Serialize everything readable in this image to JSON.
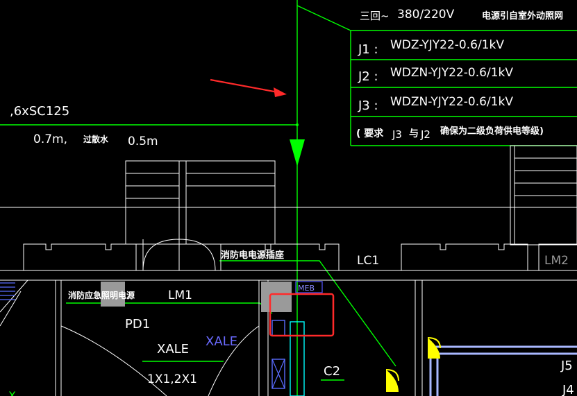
{
  "cable_table": {
    "header_left": "三回~",
    "header_voltage": "380/220V",
    "header_right": "电源引自室外动照网",
    "rows": [
      {
        "id": "J1 :",
        "spec": "WDZ-YJY22-0.6/1kV"
      },
      {
        "id": "J2 :",
        "spec": "WDZN-YJY22-0.6/1kV"
      },
      {
        "id": "J3 :",
        "spec": "WDZN-YJY22-0.6/1kV"
      }
    ],
    "note_prefix": "( 要求",
    "note_j3": "J3",
    "note_and": "与",
    "note_j2": "J2",
    "note_rest": "确保为二级负荷供电等级)"
  },
  "left_labels": {
    "conduit": ",6xSC125",
    "depth1": "0.7m,",
    "wall_note": "过散水",
    "depth2": "0.5m"
  },
  "room_labels": {
    "fire_outlet": "消防电电源插座",
    "lc1": "LC1",
    "lm2": "LM2",
    "meb": "MEB",
    "fire_light_power": "消防应急照明电源",
    "lm1": "LM1",
    "pd1": "PD1",
    "xale_white": "XALE",
    "xale_blue": "XALE",
    "breaker": "1X1,2X1",
    "c2": "C2",
    "j5": "J5",
    "j4": "J4",
    "corner_x": "X"
  },
  "colors": {
    "background": "#000000",
    "line_white": "#ffffff",
    "line_green": "#00ff00",
    "marker_red": "#ff2a2a",
    "symbol_yellow": "#ffff00",
    "symbol_blue": "#5555ff",
    "symbol_cyan": "#00ffff",
    "wall_blue": "#a9b8ff"
  }
}
